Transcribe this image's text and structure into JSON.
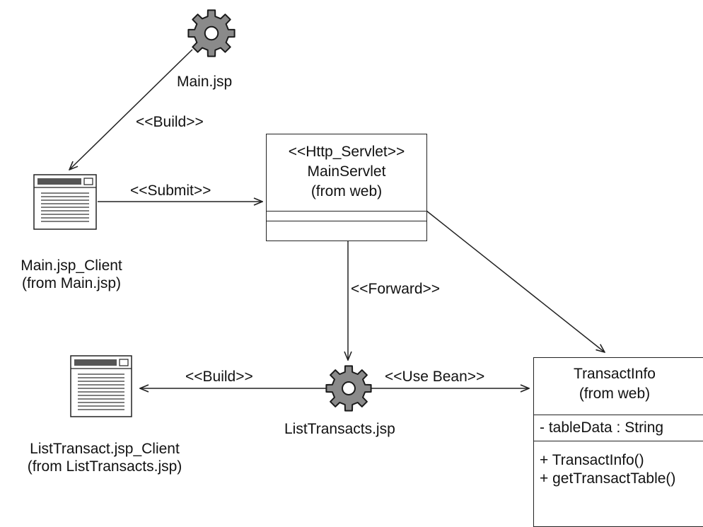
{
  "nodes": {
    "main_jsp": {
      "label": "Main.jsp",
      "icon": "gear-icon"
    },
    "main_client": {
      "label_line1": "Main.jsp_Client",
      "label_line2": "(from Main.jsp)",
      "icon": "web-page-icon"
    },
    "main_servlet": {
      "stereotype": "<<Http_Servlet>>",
      "name": "MainServlet",
      "package": "(from web)"
    },
    "list_transacts": {
      "label": "ListTransacts.jsp",
      "icon": "gear-icon"
    },
    "list_client": {
      "label_line1": "ListTransact.jsp_Client",
      "label_line2": "(from ListTransacts.jsp)",
      "icon": "web-page-icon"
    },
    "transact_info": {
      "name": "TransactInfo",
      "package": "(from web)",
      "attribute": "- tableData : String",
      "operations": [
        "+ TransactInfo()",
        "+ getTransactTable()"
      ]
    }
  },
  "edges": {
    "build_main": "<<Build>>",
    "submit": "<<Submit>>",
    "forward": "<<Forward>>",
    "build_list": "<<Build>>",
    "use_bean": "<<Use Bean>>"
  },
  "colors": {
    "line": "#222222",
    "gear_fill": "#8a8a8a",
    "gear_stroke": "#1a1a1a",
    "page_title": "#555555"
  }
}
